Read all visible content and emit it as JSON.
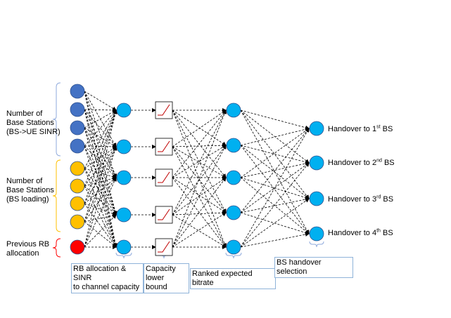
{
  "input_groups": [
    {
      "lines": [
        "Number of",
        "Base Stations",
        "(BS->UE SINR)"
      ],
      "node_color": "#4472C4",
      "bracket_color": "#8FAADC",
      "nodes": 4
    },
    {
      "lines": [
        "Number of",
        "Base Stations",
        "(BS loading)"
      ],
      "node_color": "#FFC000",
      "bracket_color": "#FFC000",
      "nodes": 4
    },
    {
      "lines": [
        "Previous RB",
        "allocation"
      ],
      "node_color": "#FF0000",
      "bracket_color": "#FF0000",
      "nodes": 1
    }
  ],
  "layer_colors": {
    "hidden": "#00B0F0",
    "edge": "#000000"
  },
  "stage_labels": [
    {
      "lines": [
        "RB allocation & SINR",
        "to channel capacity"
      ]
    },
    {
      "lines": [
        "Capacity",
        "lower bound"
      ]
    },
    {
      "lines": [
        "Ranked expected bitrate"
      ]
    },
    {
      "lines": [
        "BS handover selection"
      ]
    }
  ],
  "outputs": [
    {
      "prefix": "Handover to 1",
      "sup": "st",
      "suffix": " BS"
    },
    {
      "prefix": "Handover to 2",
      "sup": "nd",
      "suffix": " BS"
    },
    {
      "prefix": "Handover to 3",
      "sup": "rd",
      "suffix": " BS"
    },
    {
      "prefix": "Handover to 4",
      "sup": "th",
      "suffix": " BS"
    }
  ]
}
